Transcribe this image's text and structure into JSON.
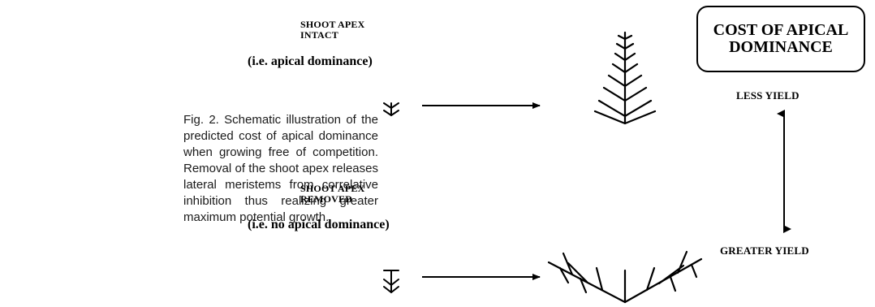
{
  "caption": "Fig. 2. Schematic illustration of the predicted cost of apical dominance when growing free of competition. Removal of the shoot apex releases lateral meristems from correlative inhibition thus realizing greater maximum potential growth.",
  "intact": {
    "line1": "SHOOT APEX",
    "line2": "INTACT",
    "note": "(i.e. apical dominance)"
  },
  "removed": {
    "line1": "SHOOT APEX",
    "line2": "REMOVED",
    "note": "(i.e. no apical dominance)"
  },
  "cost_box": {
    "title": "COST OF APICAL\nDOMINANCE"
  },
  "yield": {
    "less": "LESS YIELD",
    "greater": "GREATER YIELD"
  }
}
